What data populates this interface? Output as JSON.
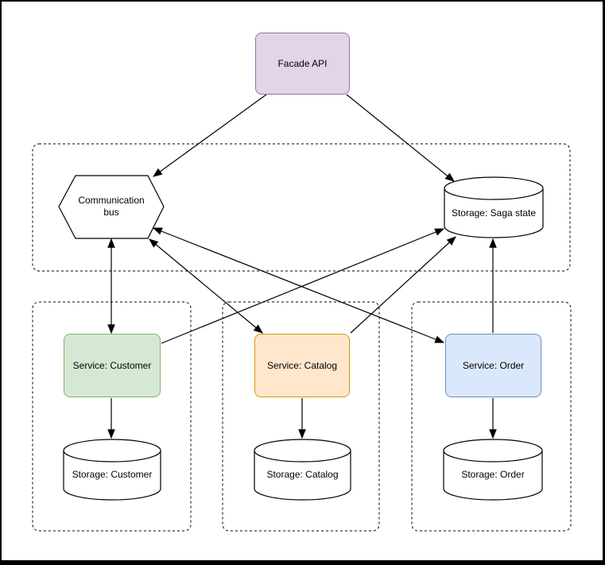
{
  "canvas": {
    "background": "#ffffff",
    "frame_color": "#000000"
  },
  "nodes": {
    "facade_api": {
      "label": "Facade API",
      "fill": "#e1d5e7",
      "stroke": "#9673a6",
      "shape": "rounded-rectangle"
    },
    "communication_bus": {
      "label": "Communication bus",
      "fill": "#ffffff",
      "stroke": "#000000",
      "shape": "hexagon"
    },
    "storage_saga_state": {
      "label": "Storage: Saga state",
      "fill": "#ffffff",
      "stroke": "#000000",
      "shape": "cylinder"
    },
    "service_customer": {
      "label": "Service: Customer",
      "fill": "#d5e8d4",
      "stroke": "#82b366",
      "shape": "rounded-rectangle"
    },
    "service_catalog": {
      "label": "Service: Catalog",
      "fill": "#ffe6cc",
      "stroke": "#d79b00",
      "shape": "rounded-rectangle"
    },
    "service_order": {
      "label": "Service: Order",
      "fill": "#dae8fc",
      "stroke": "#6c8ebf",
      "shape": "rounded-rectangle"
    },
    "storage_customer": {
      "label": "Storage: Customer",
      "fill": "#ffffff",
      "stroke": "#000000",
      "shape": "cylinder"
    },
    "storage_catalog": {
      "label": "Storage: Catalog",
      "fill": "#ffffff",
      "stroke": "#000000",
      "shape": "cylinder"
    },
    "storage_order": {
      "label": "Storage: Order",
      "fill": "#ffffff",
      "stroke": "#000000",
      "shape": "cylinder"
    }
  },
  "groups": [
    {
      "name": "bus-and-saga-group",
      "style": "dashed"
    },
    {
      "name": "customer-group",
      "style": "dashed"
    },
    {
      "name": "catalog-group",
      "style": "dashed"
    },
    {
      "name": "order-group",
      "style": "dashed"
    }
  ],
  "edges": [
    {
      "from": "facade_api",
      "to": "communication_bus",
      "direction": "one-way"
    },
    {
      "from": "facade_api",
      "to": "storage_saga_state",
      "direction": "one-way"
    },
    {
      "from": "communication_bus",
      "to": "service_customer",
      "direction": "two-way"
    },
    {
      "from": "communication_bus",
      "to": "service_catalog",
      "direction": "two-way"
    },
    {
      "from": "communication_bus",
      "to": "service_order",
      "direction": "two-way"
    },
    {
      "from": "service_customer",
      "to": "storage_saga_state",
      "direction": "one-way"
    },
    {
      "from": "service_catalog",
      "to": "storage_saga_state",
      "direction": "one-way"
    },
    {
      "from": "service_order",
      "to": "storage_saga_state",
      "direction": "one-way"
    },
    {
      "from": "service_customer",
      "to": "storage_customer",
      "direction": "one-way"
    },
    {
      "from": "service_catalog",
      "to": "storage_catalog",
      "direction": "one-way"
    },
    {
      "from": "service_order",
      "to": "storage_order",
      "direction": "one-way"
    }
  ]
}
